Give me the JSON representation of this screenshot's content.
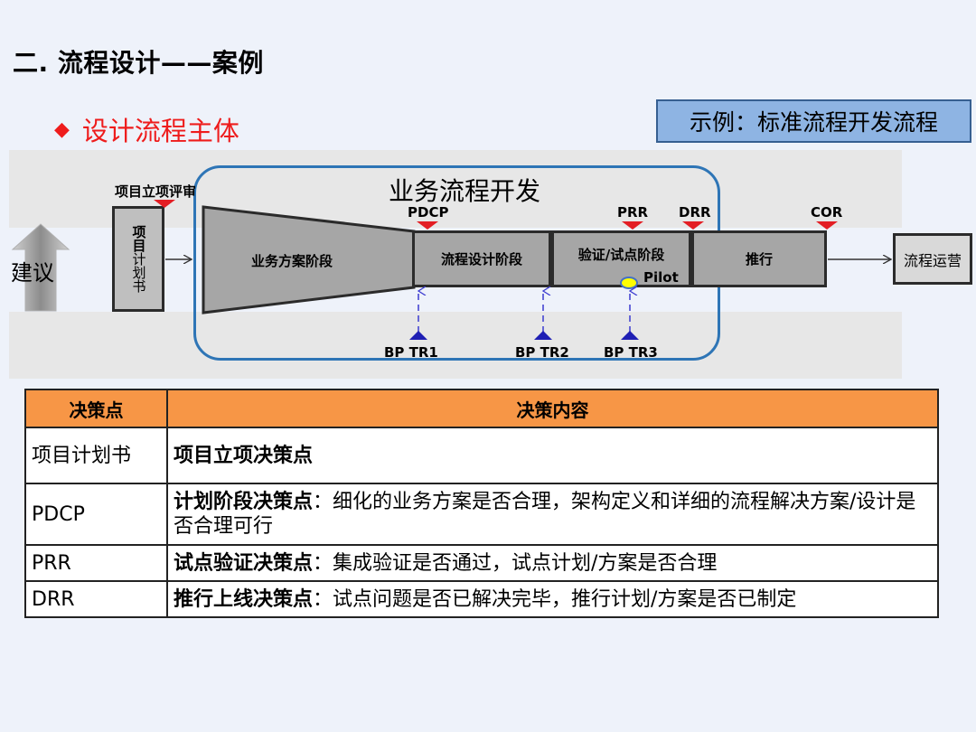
{
  "title": "二. 流程设计——案例",
  "subhead": {
    "bullet": "◆",
    "text": "设计流程主体"
  },
  "example_box": "示例：标准流程开发流程",
  "colors": {
    "title_red": "#ee1c1c",
    "frame_blue": "#2e75b6",
    "example_fill": "#8eb4e3",
    "milestone_red": "#e31e24",
    "bp_blue": "#1f1fb4",
    "table_header": "#f79646",
    "pilot_yellow": "#ffff00"
  },
  "diagram": {
    "suggestion_label": "建议",
    "project_review_label": "项目立项评审",
    "plan_box_bold": "项目",
    "plan_box_rest": "计划书",
    "frame_title": "业务流程开发",
    "stages": [
      "业务方案阶段",
      "流程设计阶段",
      "验证/试点阶段",
      "推行"
    ],
    "milestones": [
      "PDCP",
      "PRR",
      "DRR",
      "COR"
    ],
    "pilot_label": "Pilot",
    "bp_labels": [
      "BP TR1",
      "BP TR2",
      "BP TR3"
    ],
    "operations_label": "流程运营"
  },
  "table": {
    "headers": [
      "决策点",
      "决策内容"
    ],
    "rows": [
      {
        "point": "项目计划书",
        "bold": "项目立项决策点",
        "text": ""
      },
      {
        "point": "PDCP",
        "bold": "计划阶段决策点",
        "text": "：细化的业务方案是否合理，架构定义和详细的流程解决方案/设计是否合理可行"
      },
      {
        "point": "PRR",
        "bold": "试点验证决策点",
        "text": "：集成验证是否通过，试点计划/方案是否合理"
      },
      {
        "point": "DRR",
        "bold": "推行上线决策点",
        "text": "：试点问题是否已解决完毕，推行计划/方案是否已制定"
      }
    ]
  }
}
